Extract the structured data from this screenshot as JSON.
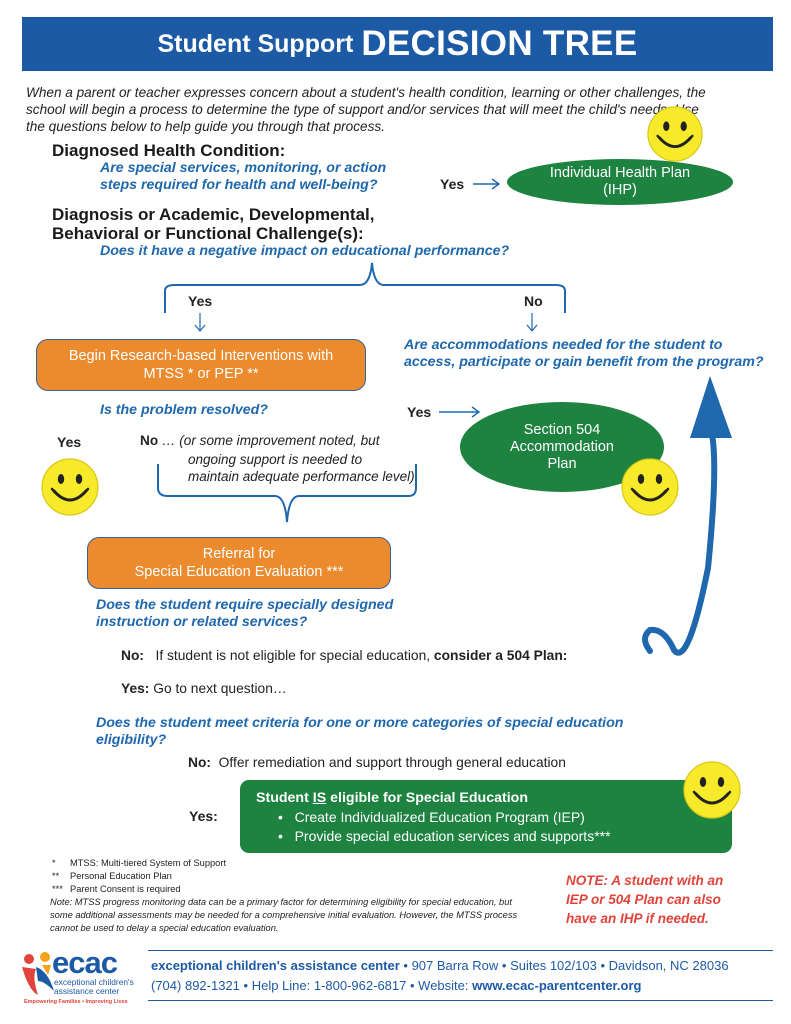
{
  "header": {
    "title_small": "Student Support",
    "title_large": "DECISION TREE"
  },
  "intro": "When a parent or teacher expresses concern about a student's health condition, learning or other challenges, the school will begin a process to determine the type of support and/or services that will meet the child's needs. Use the questions below to help guide you through that process.",
  "sections": {
    "diagnosed_heading": "Diagnosed Health Condition:",
    "diagnosed_question_1": "Are special services, monitoring, or action",
    "diagnosed_question_2": "steps required for health and well-being?",
    "diagnosed_yes": "Yes",
    "ihp_label_1": "Individual Health Plan",
    "ihp_label_2": "(IHP)",
    "challenge_heading_1": "Diagnosis or Academic, Developmental,",
    "challenge_heading_2": "Behavioral or Functional Challenge(s):",
    "impact_question": "Does it have a negative impact on educational performance?",
    "branch_yes": "Yes",
    "branch_no": "No",
    "accommodations_question_1": "Are accommodations needed for the student to",
    "accommodations_question_2": "access, participate or gain benefit from the program?",
    "interventions_1": "Begin Research-based Interventions with",
    "interventions_2": "MTSS * or PEP **",
    "resolved_question": "Is the problem resolved?",
    "section504_yes": "Yes",
    "section504_1": "Section 504",
    "section504_2": "Accommodation",
    "section504_3": "Plan",
    "resolved_yes": "Yes",
    "resolved_no": "No",
    "resolved_no_detail_1": " … (or some improvement noted, but",
    "resolved_no_detail_2": "ongoing support is needed to",
    "resolved_no_detail_3": "maintain adequate performance level)",
    "referral_1": "Referral for",
    "referral_2": "Special Education Evaluation  ***",
    "specially_designed_q_1": "Does the student require specially designed",
    "specially_designed_q_2": "instruction or related services?",
    "sd_no_label": "No:",
    "sd_no_text": "If student is not eligible for special education,",
    "sd_no_bold": "consider a 504 Plan:",
    "sd_yes_label": "Yes:",
    "sd_yes_text": "Go to next question…",
    "criteria_q_1": "Does the student meet criteria for one or more categories of special education",
    "criteria_q_2": "eligibility?",
    "criteria_no_label": "No:",
    "criteria_no_text": "Offer remediation and support through general education",
    "criteria_yes_label": "Yes:",
    "eligible_title_a": "Student",
    "eligible_title_is": "IS",
    "eligible_title_b": "eligible for Special Education",
    "eligible_bullets": [
      "Create Individualized Education Program (IEP)",
      "Provide special education services and supports***"
    ]
  },
  "footnotes": [
    {
      "mark": "*",
      "text": "MTSS: Multi-tiered System of Support"
    },
    {
      "mark": "**",
      "text": "Personal Education Plan"
    },
    {
      "mark": "***",
      "text": "Parent Consent is required"
    }
  ],
  "footnote_note": "Note: MTSS progress monitoring data can be a primary factor for determining eligibility for special education, but some additional assessments may be needed for a comprehensive initial evaluation.  However, the MTSS process cannot be used to delay a special education evaluation.",
  "red_note": "NOTE:  A student with an IEP or 504 Plan can also have an IHP if needed.",
  "footer": {
    "logo_word": "ecac",
    "logo_sub_1": "exceptional children's",
    "logo_sub_2": "assistance center",
    "logo_tag": "Empowering Families • Improving Lives",
    "org_name": "exceptional children's assistance center",
    "address_1": "907 Barra Row",
    "address_2": "Suites 102/103",
    "address_3": "Davidson, NC 28036",
    "phone": "(704) 892-1321",
    "helpline": "Help Line: 1-800-962-6817",
    "website_label": "Website:",
    "website": "www.ecac-parentcenter.org"
  },
  "colors": {
    "header_blue": "#1c5aa6",
    "question_blue": "#1f68ad",
    "oval_green": "#1e8340",
    "box_orange": "#ec8a2e",
    "note_red": "#e0443a",
    "smiley_yellow": "#f6ea2a"
  },
  "icons": [
    "smiley-face-icon",
    "arrow-right-icon",
    "arrow-down-icon",
    "curved-arrow-up-icon",
    "ecac-logo-icon"
  ]
}
